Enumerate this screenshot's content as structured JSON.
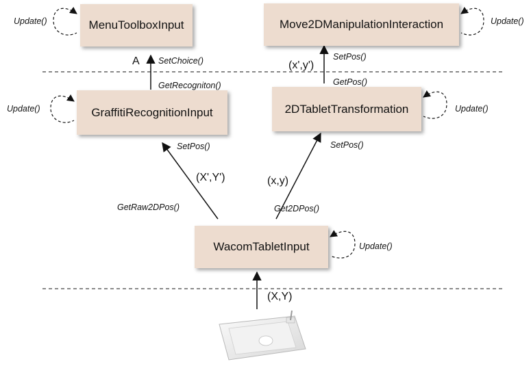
{
  "nodes": {
    "menu_toolbox": "MenuToolboxInput",
    "move2d": "Move2DManipulationInteraction",
    "graffiti": "GraffitiRecognitionInput",
    "tablet_transform": "2DTabletTransformation",
    "wacom": "WacomTabletInput"
  },
  "update_labels": {
    "menu_toolbox": "Update()",
    "move2d": "Update()",
    "graffiti": "Update()",
    "tablet_transform": "Update()",
    "wacom": "Update()"
  },
  "edges": {
    "graffiti_to_menu": {
      "value": "A",
      "call_out": "GetRecogniton()",
      "call_in": "SetChoice()"
    },
    "transform_to_move2d": {
      "value": "(x',y')",
      "call_out": "GetPos()",
      "call_in": "SetPos()"
    },
    "wacom_to_graffiti": {
      "value": "(X',Y')",
      "call_out": "GetRaw2DPos()",
      "call_in": "SetPos()"
    },
    "wacom_to_transform": {
      "value": "(x,y)",
      "call_out": "Get2DPos()",
      "call_in": "SetPos()"
    },
    "device_to_wacom": {
      "value": "(X,Y)"
    }
  },
  "device": {
    "icon": "graphics-tablet-icon"
  }
}
